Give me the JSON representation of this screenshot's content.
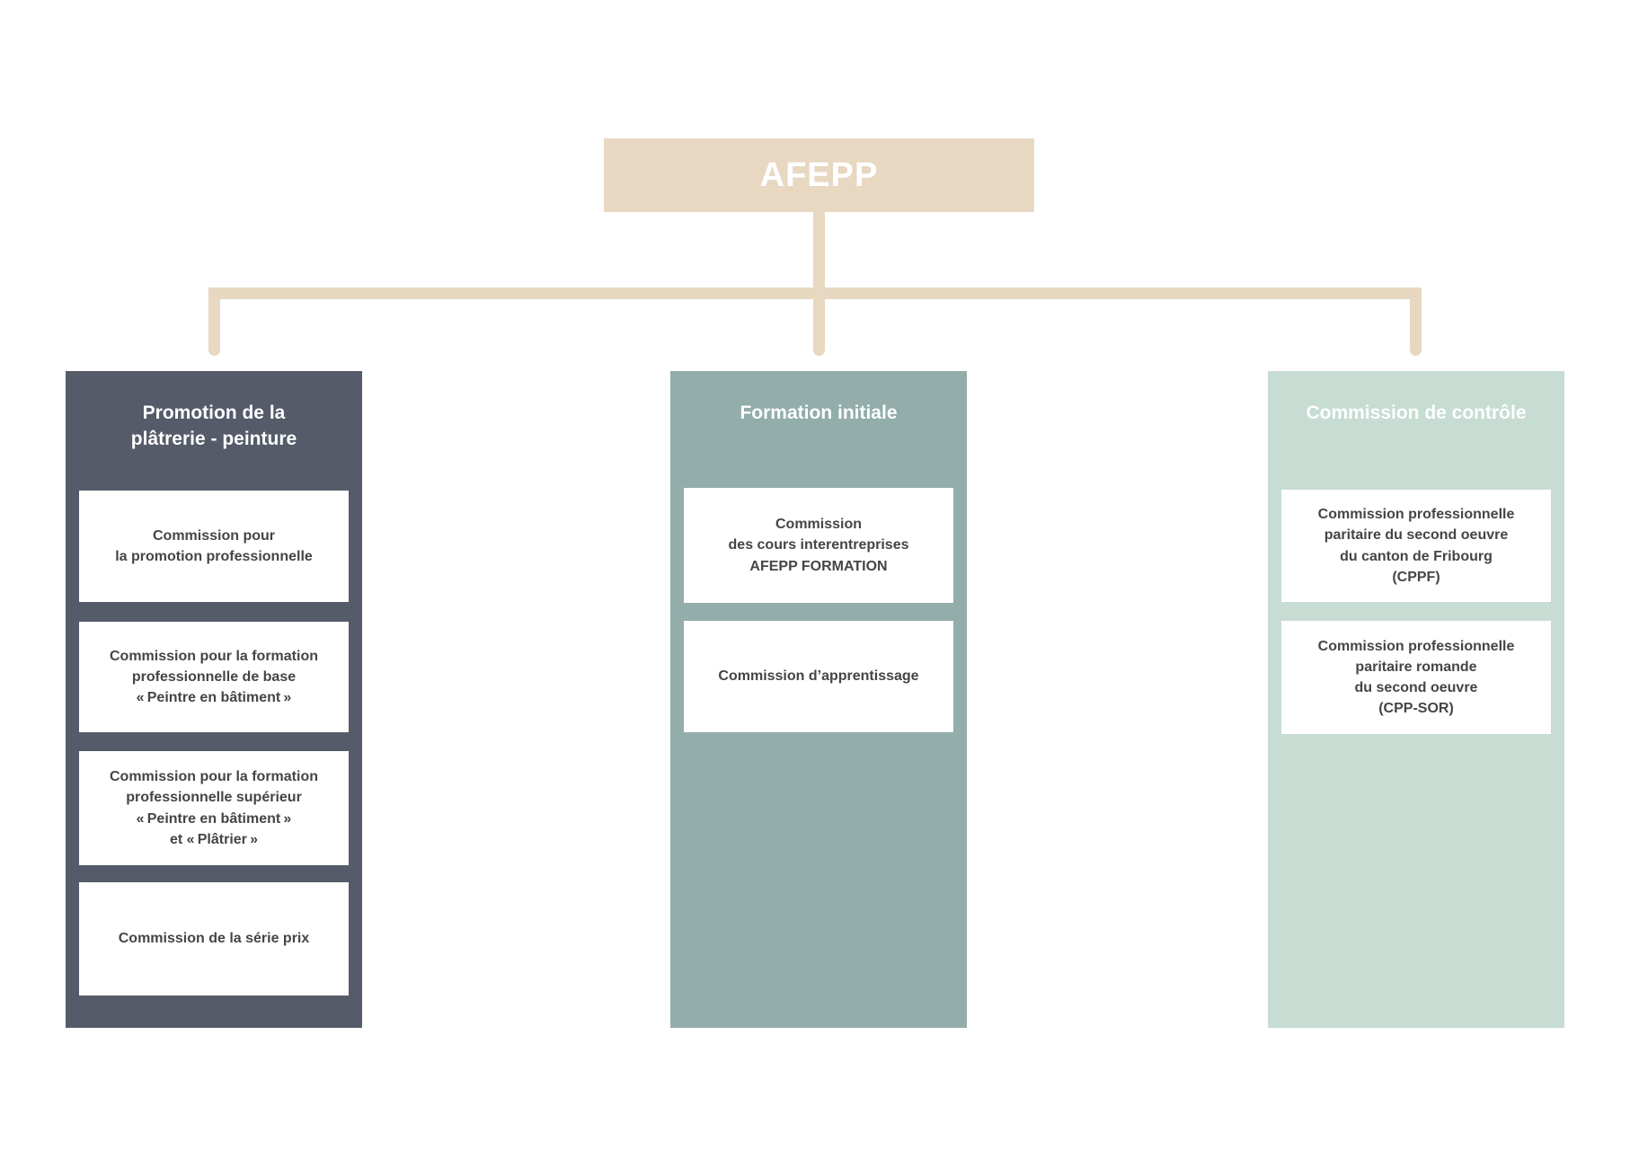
{
  "colors": {
    "background": "#ffffff",
    "beige": "#e8d8c2",
    "slate": "#565b6a",
    "sage": "#92adaa",
    "mint": "#c7dcd2",
    "card-text": "#454545",
    "title-text": "#ffffff"
  },
  "root": {
    "title": "AFEPP"
  },
  "columns": [
    {
      "title": "Promotion de la\nplâtrerie - peinture",
      "cards": [
        "Commission pour\nla promotion professionnelle",
        "Commission pour la formation\nprofessionnelle de base\n« Peintre en bâtiment »",
        "Commission pour la formation\nprofessionnelle supérieur\n« Peintre en bâtiment »\net « Plâtrier »",
        "Commission de la série prix"
      ]
    },
    {
      "title": "Formation initiale",
      "cards": [
        "Commission\ndes cours interentreprises\nAFEPP FORMATION",
        "Commission d’apprentissage"
      ]
    },
    {
      "title": "Commission de contrôle",
      "cards": [
        "Commission professionnelle\nparitaire du second oeuvre\ndu canton de Fribourg\n(CPPF)",
        "Commission professionnelle\nparitaire romande\ndu second oeuvre\n(CPP-SOR)"
      ]
    }
  ]
}
